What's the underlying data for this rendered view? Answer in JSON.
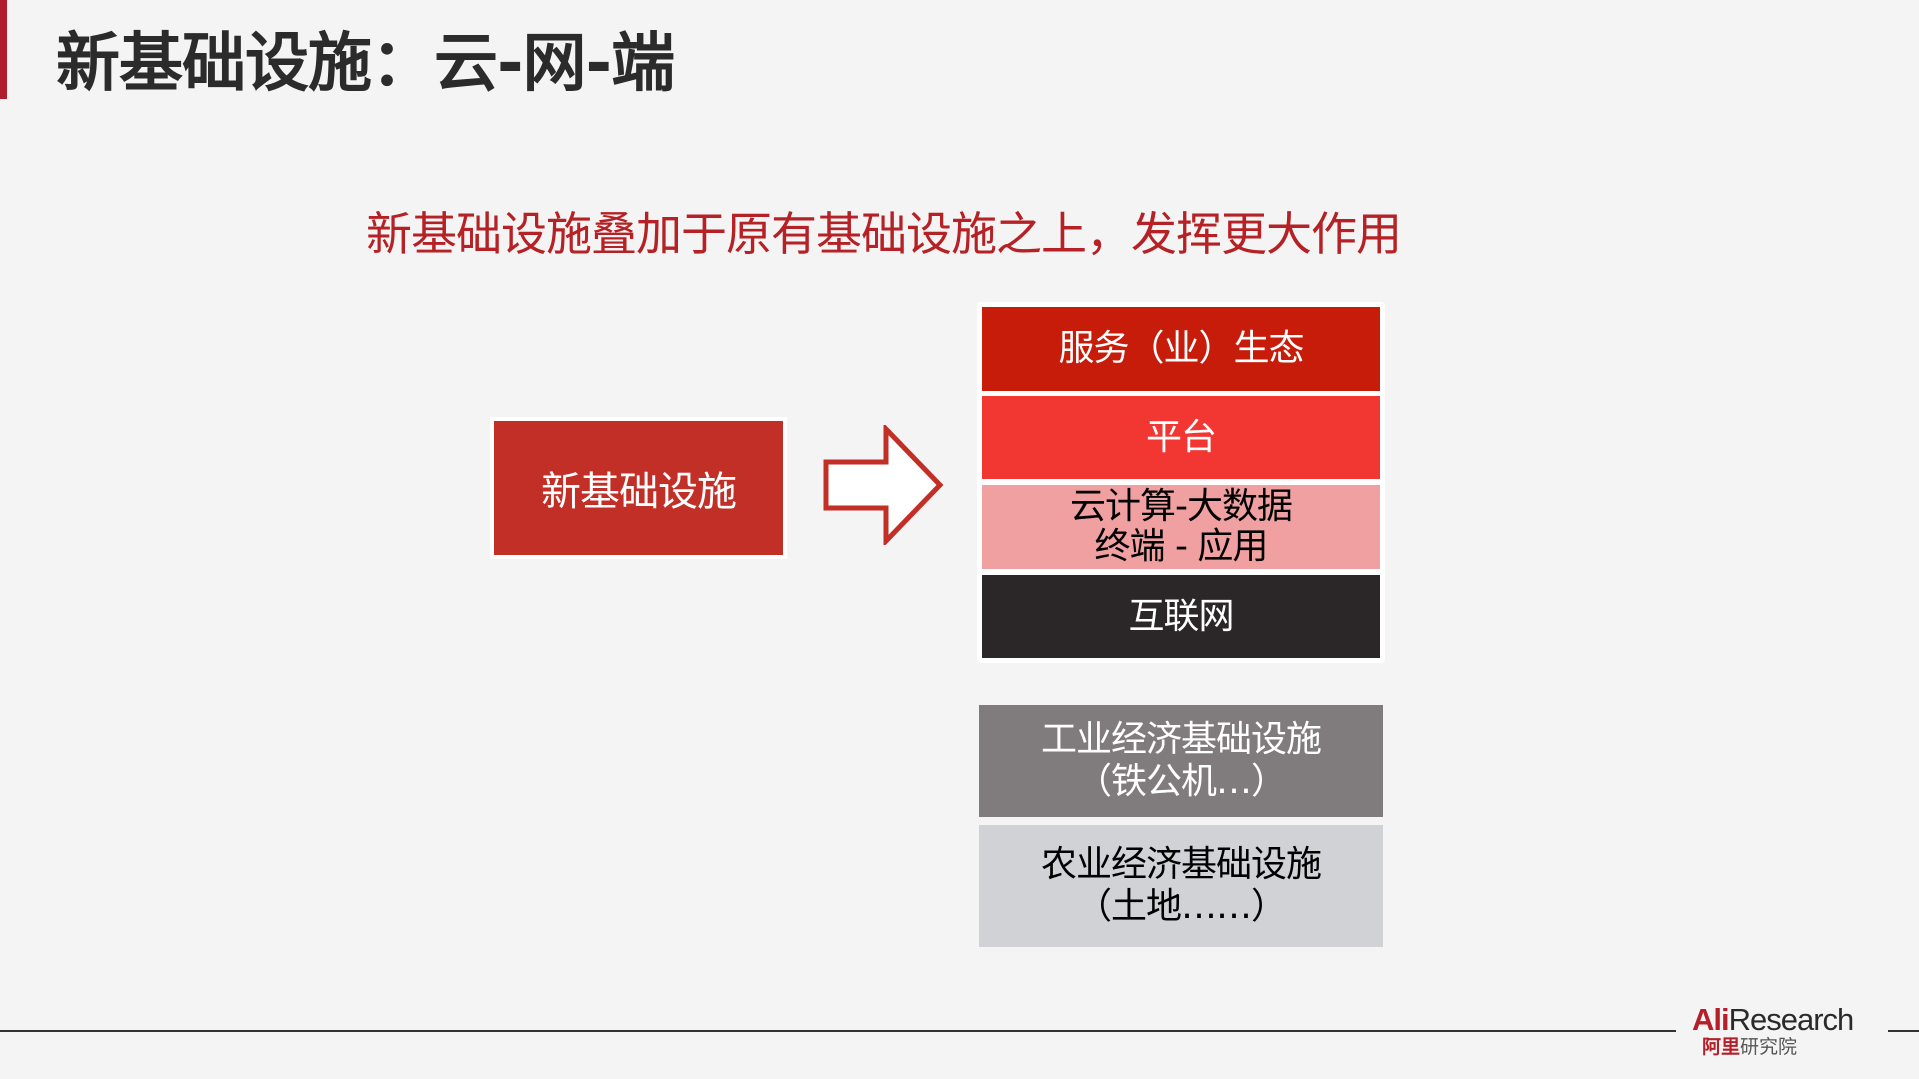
{
  "slide": {
    "title": "新基础设施：云-网-端",
    "subtitle": "新基础设施叠加于原有基础设施之上，发挥更大作用"
  },
  "diagram": {
    "source_box": {
      "label": "新基础设施",
      "color": "#c22f26"
    },
    "arrow": {
      "icon": "right-arrow-outline-icon",
      "color": "#c22f26"
    },
    "new_stack": [
      {
        "lines": [
          "服务（业）生态"
        ],
        "bg": "#c81c0b",
        "fg": "#ffffff"
      },
      {
        "lines": [
          "平台"
        ],
        "bg": "#f23732",
        "fg": "#ffffff"
      },
      {
        "lines": [
          "云计算-大数据",
          "终端 - 应用"
        ],
        "bg": "#f0a0a0",
        "fg": "#000000"
      },
      {
        "lines": [
          "互联网"
        ],
        "bg": "#2b2728",
        "fg": "#ffffff"
      }
    ],
    "legacy_stack": [
      {
        "lines": [
          "工业经济基础设施",
          "（铁公机…）"
        ],
        "bg": "#807b7c",
        "fg": "#ffffff"
      },
      {
        "lines": [
          "农业经济基础设施",
          "（土地……）"
        ],
        "bg": "#d1d2d6",
        "fg": "#000000"
      }
    ]
  },
  "footer": {
    "logo": {
      "ali": "Ali",
      "research": "Research",
      "cn_red": "阿里",
      "cn_gray": "研究院"
    }
  }
}
